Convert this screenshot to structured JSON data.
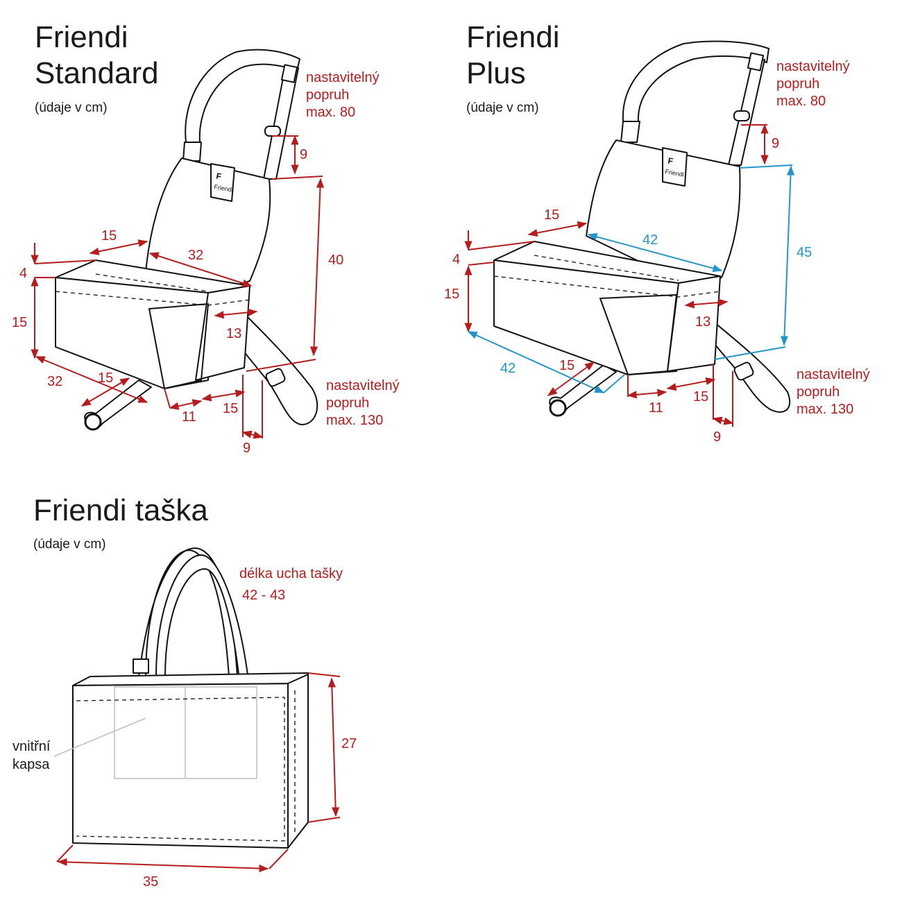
{
  "colors": {
    "outline": "#111111",
    "dimension_red": "#b71c1c",
    "dimension_blue": "#2196c9",
    "pocket_gray": "#bdbdbd"
  },
  "standard": {
    "title_line1": "Friendi",
    "title_line2": "Standard",
    "unit": "(údaje v cm)",
    "logo": "Friendi",
    "note_top": [
      "nastavitelný",
      "popruh",
      "max. 80"
    ],
    "note_bottom": [
      "nastavitelný",
      "popruh",
      "max. 130"
    ],
    "dims": {
      "strap_drop": "9",
      "back_height": "40",
      "top_depth": "15",
      "inner_width": "32",
      "side_height": "4",
      "front_height": "15",
      "pocket": "13",
      "base_width": "32",
      "base_depth": "15",
      "pocket_base": "11",
      "right_depth": "15",
      "strap_bottom": "9"
    }
  },
  "plus": {
    "title_line1": "Friendi",
    "title_line2": "Plus",
    "unit": "(údaje v cm)",
    "logo": "Friendi",
    "note_top": [
      "nastavitelný",
      "popruh",
      "max. 80"
    ],
    "note_bottom": [
      "nastavitelný",
      "popruh",
      "max. 130"
    ],
    "dims": {
      "strap_drop": "9",
      "back_height": "45",
      "top_depth": "15",
      "inner_width": "42",
      "side_height": "4",
      "front_height": "15",
      "pocket": "13",
      "base_width": "42",
      "base_depth": "15",
      "pocket_base": "11",
      "right_depth": "15",
      "strap_bottom": "9"
    }
  },
  "bag": {
    "title": "Friendi taška",
    "unit": "(údaje v cm)",
    "handle_note": "délka ucha tašky",
    "handle_length": "42 - 43",
    "pocket_note": [
      "vnitřní",
      "kapsa"
    ],
    "dims": {
      "height": "27",
      "width": "35"
    }
  }
}
